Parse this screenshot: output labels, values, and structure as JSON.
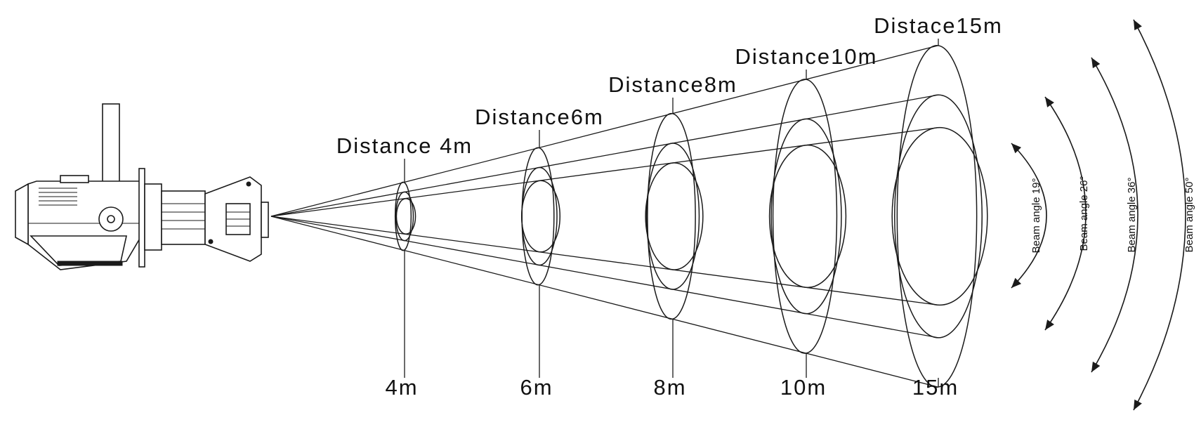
{
  "diagram": {
    "stations": [
      {
        "top_label": "Distance 4m",
        "bottom_label": "4m"
      },
      {
        "top_label": "Distance6m",
        "bottom_label": "6m"
      },
      {
        "top_label": "Distance8m",
        "bottom_label": "8m"
      },
      {
        "top_label": "Distance10m",
        "bottom_label": "10m"
      },
      {
        "top_label": "Distace15m",
        "bottom_label": "15m"
      }
    ],
    "beam_angles": [
      {
        "label": "Beam angle 19°",
        "degrees": 19
      },
      {
        "label": "Beam angle 26°",
        "degrees": 26
      },
      {
        "label": "Beam angle 36°",
        "degrees": 36
      },
      {
        "label": "Beam angle 50°",
        "degrees": 50
      }
    ],
    "fixture_icon": "ellipsoidal-spotlight-icon",
    "line_color": "#1a1a1a"
  }
}
